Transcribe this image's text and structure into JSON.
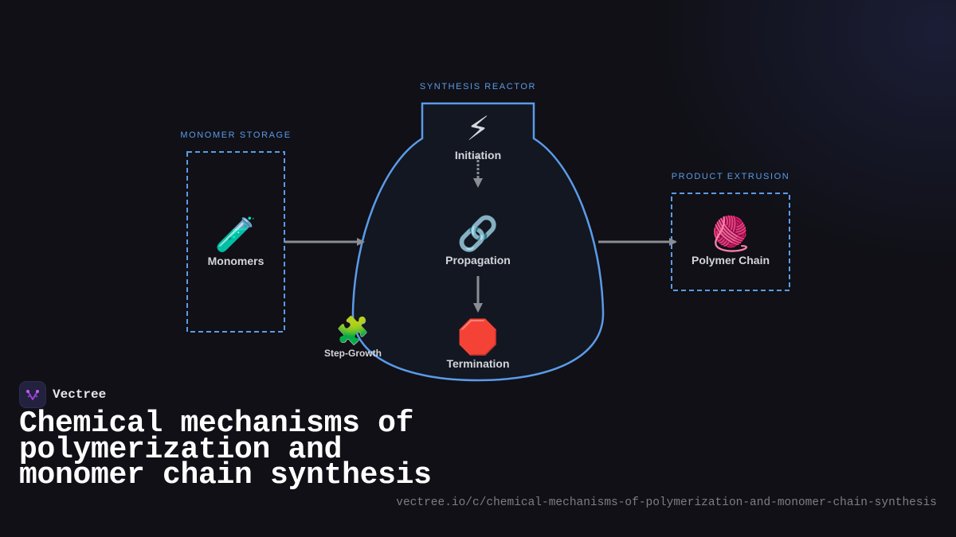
{
  "colors": {
    "background": "#101016",
    "accent_blue": "#5b9be8",
    "arrow_gray": "#8a8d94",
    "reactor_fill": "#131722"
  },
  "diagram": {
    "zones": {
      "monomer_storage": {
        "label": "MONOMER STORAGE"
      },
      "synthesis_reactor": {
        "label": "SYNTHESIS REACTOR"
      },
      "product_extrusion": {
        "label": "PRODUCT EXTRUSION"
      }
    },
    "nodes": {
      "monomers": {
        "icon": "test-tube-icon",
        "glyph": "🧪",
        "label": "Monomers"
      },
      "initiation": {
        "icon": "lightning-bolt-icon",
        "glyph": "⚡",
        "label": "Initiation"
      },
      "propagation": {
        "icon": "chain-link-icon",
        "glyph": "🔗",
        "label": "Propagation"
      },
      "termination": {
        "icon": "stop-sign-icon",
        "glyph": "🛑",
        "label": "Termination"
      },
      "step_growth": {
        "icon": "puzzle-piece-icon",
        "glyph": "🧩",
        "label": "Step-Growth"
      },
      "polymer_chain": {
        "icon": "yarn-ball-icon",
        "glyph": "🧶",
        "label": "Polymer Chain"
      }
    },
    "edges": [
      {
        "from": "Monomers",
        "to": "Synthesis Reactor",
        "style": "solid"
      },
      {
        "from": "Initiation",
        "to": "Propagation",
        "style": "dashed"
      },
      {
        "from": "Propagation",
        "to": "Termination",
        "style": "solid"
      },
      {
        "from": "Synthesis Reactor",
        "to": "Polymer Chain",
        "style": "solid"
      }
    ]
  },
  "footer": {
    "brand_name": "Vectree",
    "brand_icon": "vectree-logo-icon",
    "title": "Chemical mechanisms of polymerization and monomer chain synthesis",
    "url": "vectree.io/c/chemical-mechanisms-of-polymerization-and-monomer-chain-synthesis"
  }
}
